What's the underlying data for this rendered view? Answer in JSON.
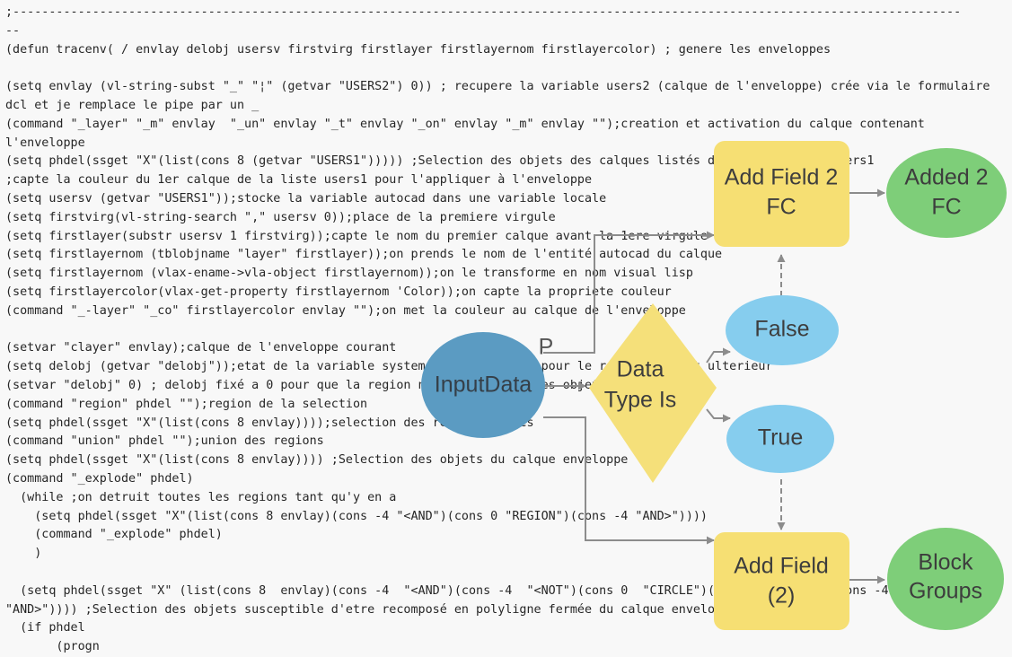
{
  "code_lines": [
    ";-----------------------------------------------------------------------------------------------------------------------------------",
    "--",
    "(defun tracenv( / envlay delobj usersv firstvirg firstlayer firstlayernom firstlayercolor) ; genere les enveloppes",
    "",
    "(setq envlay (vl-string-subst \"_\" \"¦\" (getvar \"USERS2\") 0)) ; recupere la variable users2 (calque de l'enveloppe) crée via le formulaire",
    "dcl et je remplace le pipe par un _",
    "(command \"_layer\" \"_m\" envlay  \"_un\" envlay \"_t\" envlay \"_on\" envlay \"_m\" envlay \"\");creation et activation du calque contenant",
    "l'enveloppe",
    "(setq phdel(ssget \"X\"(list(cons 8 (getvar \"USERS1\"))))) ;Selection des objets des calques listés dans la variable users1",
    ";capte la couleur du 1er calque de la liste users1 pour l'appliquer à l'enveloppe",
    "(setq usersv (getvar \"USERS1\"));stocke la variable autocad dans une variable locale",
    "(setq firstvirg(vl-string-search \",\" usersv 0));place de la premiere virgule",
    "(setq firstlayer(substr usersv 1 firstvirg));capte le nom du premier calque avant la 1ere virgule",
    "(setq firstlayernom (tblobjname \"layer\" firstlayer));on prends le nom de l'entité autocad du calque",
    "(setq firstlayernom (vlax-ename->vla-object firstlayernom));on le transforme en nom visual lisp",
    "(setq firstlayercolor(vlax-get-property firstlayernom 'Color));on capte la propriete couleur",
    "(command \"_-layer\" \"_co\" firstlayercolor envlay \"\");on met la couleur au calque de l'enveloppe",
    "",
    "(setvar \"clayer\" envlay);calque de l'enveloppe courant",
    "(setq delobj (getvar \"delobj\"));etat de la variable systeme delobj stocké pour le retablissement ulterieur",
    "(setvar \"delobj\" 0) ; delobj fixé a 0 pour que la region ne supprime pas les objets",
    "(command \"region\" phdel \"\");region de la selection",
    "(setq phdel(ssget \"X\"(list(cons 8 envlay))));selection des regions creees",
    "(command \"union\" phdel \"\");union des regions",
    "(setq phdel(ssget \"X\"(list(cons 8 envlay)))) ;Selection des objets du calque enveloppe",
    "(command \"_explode\" phdel)",
    "  (while ;on detruit toutes les regions tant qu'y en a",
    "    (setq phdel(ssget \"X\"(list(cons 8 envlay)(cons -4 \"<AND\")(cons 0 \"REGION\")(cons -4 \"AND>\"))))",
    "    (command \"_explode\" phdel)",
    "    )",
    "",
    "  (setq phdel(ssget \"X\" (list(cons 8  envlay)(cons -4  \"<AND\")(cons -4  \"<NOT\")(cons 0  \"CIRCLE\")(cons -4  \"NOT>\")(cons -4",
    "\"AND>\")))) ;Selection des objets susceptible d'etre recomposé en polyligne fermée du calque enveloppe",
    "  (if phdel",
    "       (progn"
  ],
  "diagram": {
    "nodes": {
      "input": "InputData",
      "decision": [
        "Data",
        "Type Is"
      ],
      "false": "False",
      "true": "True",
      "add_field_fc": [
        "Add Field 2",
        "FC"
      ],
      "added_fc": [
        "Added 2",
        "FC"
      ],
      "add_field": [
        "Add Field",
        "(2)"
      ],
      "block_groups": [
        "Block",
        "Groups"
      ]
    },
    "param_label": "P"
  },
  "colors": {
    "input_fill": "#5b9bc2",
    "decision_fill": "#f5e07a",
    "condition_fill": "#86cdee",
    "tool_fill": "#f6df73",
    "output_fill": "#7ece79",
    "connector": "#8c8c8c",
    "text": "#3d3d3d"
  }
}
